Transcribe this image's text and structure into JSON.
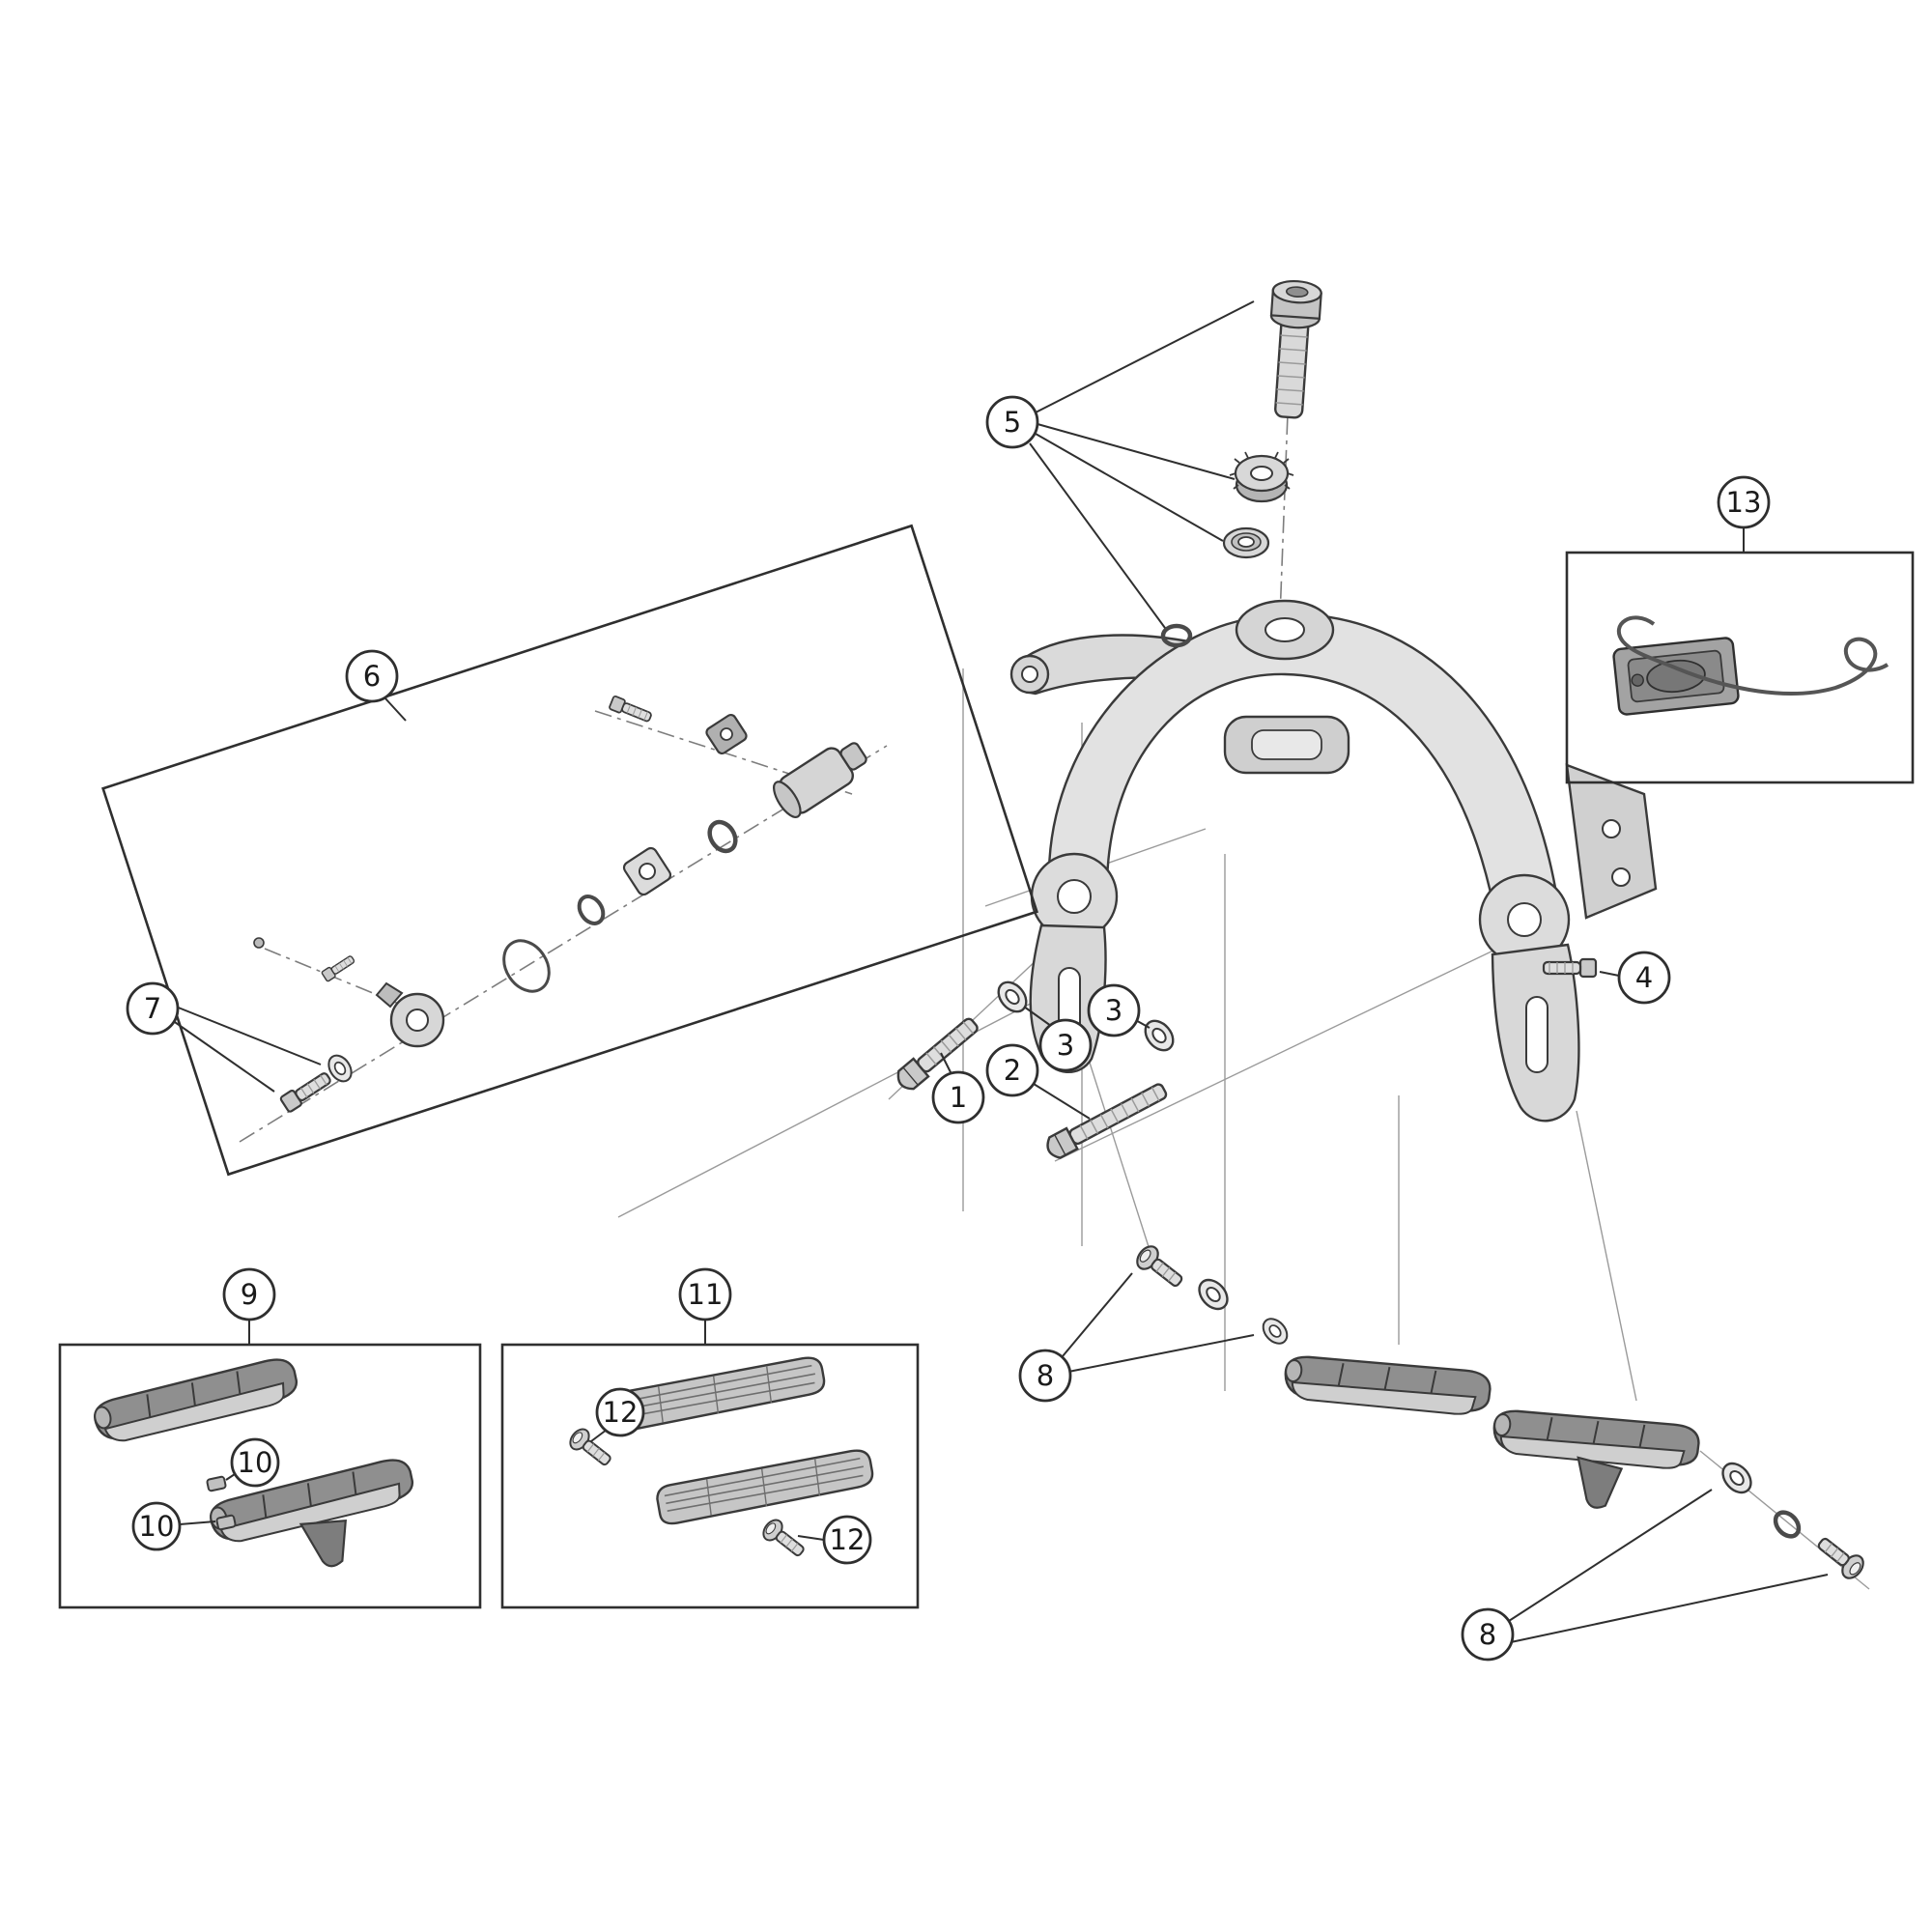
{
  "diagram": {
    "callouts": {
      "c1": "1",
      "c2": "2",
      "c3a": "3",
      "c3b": "3",
      "c4": "4",
      "c5": "5",
      "c6": "6",
      "c7": "7",
      "c8a": "8",
      "c8b": "8",
      "c9": "9",
      "c10a": "10",
      "c10b": "10",
      "c11": "11",
      "c12a": "12",
      "c12b": "12",
      "c13": "13"
    },
    "colors": {
      "outline": "#2f2f2f",
      "construction_line": "#9a9a9a",
      "part_light": "#e6e6e6",
      "part_mid": "#cdcdcd",
      "part_dark": "#8f8f8f",
      "background": "#ffffff"
    }
  }
}
